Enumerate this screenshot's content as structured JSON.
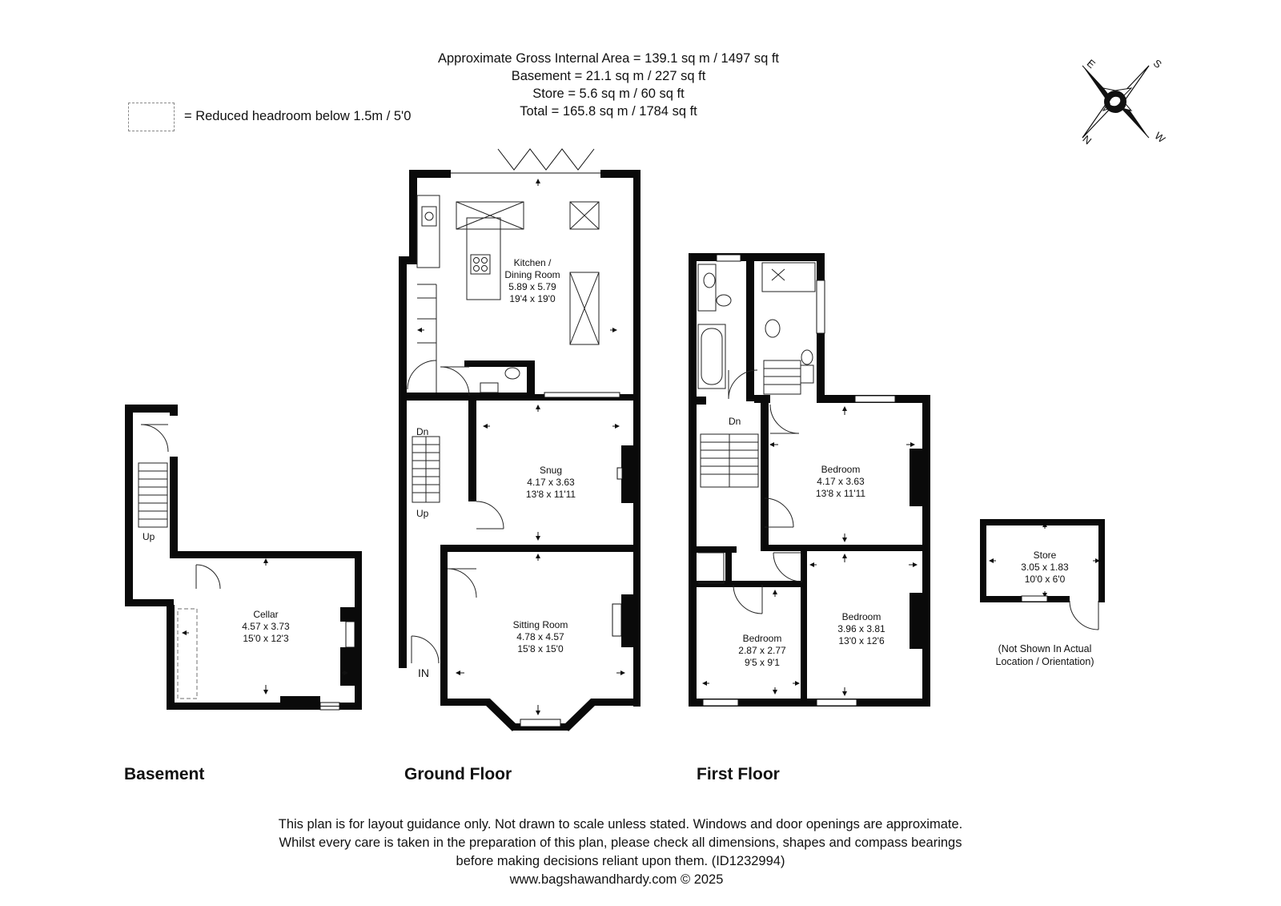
{
  "areas": {
    "gross_internal": "Approximate Gross Internal Area = 139.1 sq m / 1497 sq ft",
    "basement": "Basement = 21.1 sq m / 227 sq ft",
    "store": "Store = 5.6 sq m / 60 sq ft",
    "total": "Total = 165.8 sq m / 1784 sq ft"
  },
  "legend": {
    "reduced_headroom": "= Reduced headroom below 1.5m / 5'0"
  },
  "compass": {
    "letters": {
      "n": "N",
      "e": "E",
      "s": "S",
      "w": "W"
    }
  },
  "floors": {
    "basement": {
      "title": "Basement",
      "cellar": {
        "name": "Cellar",
        "metric": "4.57 x 3.73",
        "imperial": "15'0 x 12'3"
      },
      "stair_label": "Up"
    },
    "ground": {
      "title": "Ground Floor",
      "kitchen": {
        "name_line1": "Kitchen /",
        "name_line2": "Dining Room",
        "metric": "5.89 x 5.79",
        "imperial": "19'4 x 19'0"
      },
      "snug": {
        "name": "Snug",
        "metric": "4.17 x 3.63",
        "imperial": "13'8 x 11'11"
      },
      "sitting": {
        "name": "Sitting Room",
        "metric": "4.78 x 4.57",
        "imperial": "15'8 x 15'0"
      },
      "stair_dn": "Dn",
      "stair_up": "Up",
      "entrance": "IN"
    },
    "first": {
      "title": "First Floor",
      "bedroom_1": {
        "name": "Bedroom",
        "metric": "4.17 x 3.63",
        "imperial": "13'8 x 11'11"
      },
      "bedroom_2": {
        "name": "Bedroom",
        "metric": "3.96 x 3.81",
        "imperial": "13'0 x 12'6"
      },
      "bedroom_3": {
        "name": "Bedroom",
        "metric": "2.87 x 2.77",
        "imperial": "9'5 x 9'1"
      },
      "stair_dn": "Dn"
    },
    "store": {
      "name": "Store",
      "metric": "3.05 x 1.83",
      "imperial": "10'0 x 6'0",
      "note_line1": "(Not Shown In Actual",
      "note_line2": "Location / Orientation)"
    }
  },
  "disclaimer": {
    "line1": "This plan is for layout guidance only. Not drawn to scale unless stated. Windows and door openings are approximate.",
    "line2": "Whilst every care is taken in the preparation of this plan, please check all dimensions, shapes and compass bearings",
    "line3": "before making decisions reliant upon them. (ID1232994)"
  },
  "footer": {
    "url": "www.bagshawandhardy.com © 2025"
  },
  "colors": {
    "wall": "#0a0a0a",
    "line": "#222222",
    "dashed": "#8a8a8a",
    "background": "#ffffff"
  }
}
